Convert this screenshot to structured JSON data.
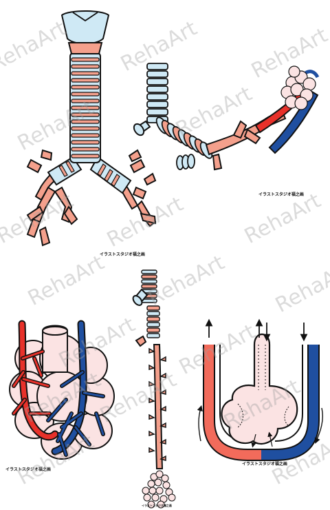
{
  "captions": {
    "trachea": "イラストスタジオ福之画",
    "bronchiole": "イラストスタジオ福之画",
    "alveoli": "イラストスタジオ福之画",
    "airway": "イラストスタジオ福之画",
    "circulation": "イラストスタジオ福之画"
  },
  "watermark": "RehaArt",
  "colors": {
    "cartilage": "#cfe9f5",
    "airway_tissue": "#f4a08c",
    "artery": "#e8312a",
    "vein": "#1f4fa0",
    "alveolus": "#fbe3e3",
    "outline": "#111111"
  }
}
